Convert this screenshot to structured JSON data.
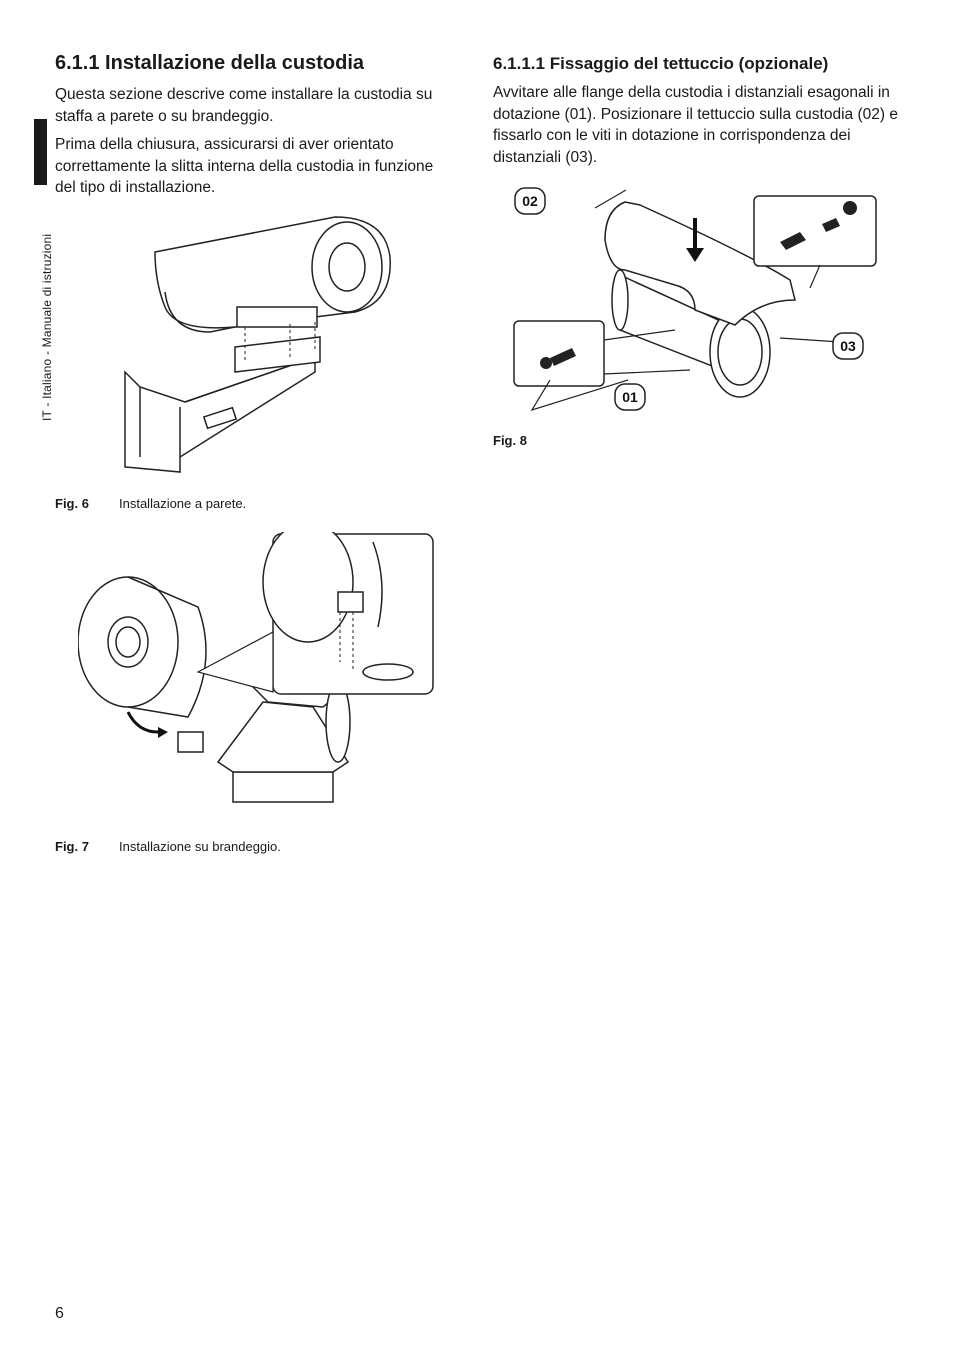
{
  "sidebar": {
    "text": "IT - Italiano - Manuale di istruzioni"
  },
  "section": {
    "title": "6.1.1 Installazione della custodia",
    "para1": "Questa sezione descrive come installare la custodia su staffa a parete o su brandeggio.",
    "para2": "Prima della chiusura, assicurarsi di aver orientato correttamente la slitta interna della custodia in funzione del tipo di installazione."
  },
  "subsection": {
    "title": "6.1.1.1 Fissaggio del tettuccio (opzionale)",
    "para1": "Avvitare alle flange della custodia i distanziali esagonali in dotazione (01). Posizionare il tettuccio sulla custodia (02) e fissarlo con le viti in dotazione in corrispondenza dei distanziali (03)."
  },
  "figures": {
    "fig6": {
      "label": "Fig. 6",
      "caption": "Installazione a parete."
    },
    "fig7": {
      "label": "Fig. 7",
      "caption": "Installazione su brandeggio."
    },
    "fig8": {
      "label": "Fig. 8",
      "callouts": {
        "c01": "01",
        "c02": "02",
        "c03": "03"
      }
    }
  },
  "page_number": "6"
}
